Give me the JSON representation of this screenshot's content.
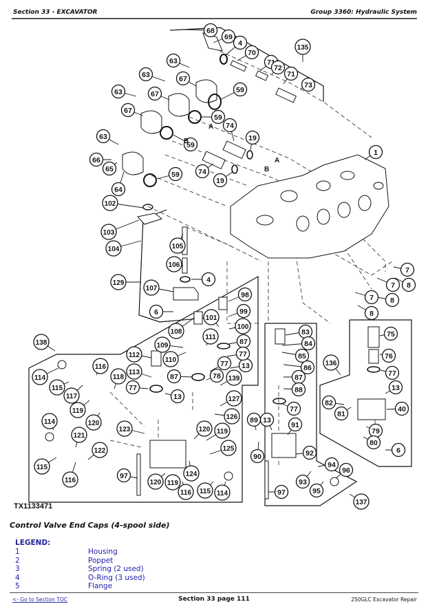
{
  "header": {
    "section": "Section 33 - EXCAVATOR",
    "group": "Group 3360: Hydraulic System"
  },
  "figure": {
    "id": "TX1133471",
    "caption": "Control Valve End Caps (4-spool side)"
  },
  "callouts": [
    {
      "n": "68"
    },
    {
      "n": "69"
    },
    {
      "n": "4"
    },
    {
      "n": "70"
    },
    {
      "n": "135"
    },
    {
      "n": "71"
    },
    {
      "n": "72"
    },
    {
      "n": "71"
    },
    {
      "n": "73"
    },
    {
      "n": "63"
    },
    {
      "n": "67"
    },
    {
      "n": "63"
    },
    {
      "n": "67"
    },
    {
      "n": "59"
    },
    {
      "n": "63"
    },
    {
      "n": "67"
    },
    {
      "n": "59"
    },
    {
      "n": "59"
    },
    {
      "n": "74"
    },
    {
      "n": "19"
    },
    {
      "n": "1"
    },
    {
      "n": "63"
    },
    {
      "n": "66"
    },
    {
      "n": "65"
    },
    {
      "n": "74"
    },
    {
      "n": "19"
    },
    {
      "n": "59"
    },
    {
      "n": "64"
    },
    {
      "n": "102"
    },
    {
      "n": "103"
    },
    {
      "n": "104"
    },
    {
      "n": "105"
    },
    {
      "n": "106"
    },
    {
      "n": "4"
    },
    {
      "n": "129"
    },
    {
      "n": "107"
    },
    {
      "n": "6"
    },
    {
      "n": "7"
    },
    {
      "n": "7"
    },
    {
      "n": "8"
    },
    {
      "n": "7"
    },
    {
      "n": "8"
    },
    {
      "n": "8"
    },
    {
      "n": "98"
    },
    {
      "n": "99"
    },
    {
      "n": "101"
    },
    {
      "n": "100"
    },
    {
      "n": "108"
    },
    {
      "n": "111"
    },
    {
      "n": "87"
    },
    {
      "n": "109"
    },
    {
      "n": "77"
    },
    {
      "n": "110"
    },
    {
      "n": "13"
    },
    {
      "n": "112"
    },
    {
      "n": "77"
    },
    {
      "n": "78"
    },
    {
      "n": "113"
    },
    {
      "n": "87"
    },
    {
      "n": "139"
    },
    {
      "n": "77"
    },
    {
      "n": "13"
    },
    {
      "n": "138"
    },
    {
      "n": "116"
    },
    {
      "n": "114"
    },
    {
      "n": "118"
    },
    {
      "n": "115"
    },
    {
      "n": "117"
    },
    {
      "n": "119"
    },
    {
      "n": "120"
    },
    {
      "n": "127"
    },
    {
      "n": "126"
    },
    {
      "n": "114"
    },
    {
      "n": "123"
    },
    {
      "n": "120"
    },
    {
      "n": "119"
    },
    {
      "n": "121"
    },
    {
      "n": "125"
    },
    {
      "n": "122"
    },
    {
      "n": "115"
    },
    {
      "n": "116"
    },
    {
      "n": "97"
    },
    {
      "n": "120"
    },
    {
      "n": "119"
    },
    {
      "n": "124"
    },
    {
      "n": "116"
    },
    {
      "n": "115"
    },
    {
      "n": "114"
    },
    {
      "n": "83"
    },
    {
      "n": "84"
    },
    {
      "n": "85"
    },
    {
      "n": "86"
    },
    {
      "n": "87"
    },
    {
      "n": "88"
    },
    {
      "n": "77"
    },
    {
      "n": "89"
    },
    {
      "n": "13"
    },
    {
      "n": "91"
    },
    {
      "n": "90"
    },
    {
      "n": "92"
    },
    {
      "n": "94"
    },
    {
      "n": "96"
    },
    {
      "n": "93"
    },
    {
      "n": "95"
    },
    {
      "n": "97"
    },
    {
      "n": "137"
    },
    {
      "n": "75"
    },
    {
      "n": "76"
    },
    {
      "n": "136"
    },
    {
      "n": "77"
    },
    {
      "n": "13"
    },
    {
      "n": "82"
    },
    {
      "n": "40"
    },
    {
      "n": "81"
    },
    {
      "n": "79"
    },
    {
      "n": "80"
    },
    {
      "n": "6"
    }
  ],
  "port_labels": [
    "A",
    "B",
    "A",
    "B"
  ],
  "legend": {
    "title": "LEGEND:",
    "items": [
      {
        "num": "1",
        "desc": "Housing"
      },
      {
        "num": "2",
        "desc": "Poppet"
      },
      {
        "num": "3",
        "desc": "Spring (2 used)"
      },
      {
        "num": "4",
        "desc": "O-Ring (3 used)"
      },
      {
        "num": "5",
        "desc": "Flange"
      }
    ]
  },
  "footer": {
    "toc_link": "<- Go to Section TOC",
    "page": "Section 33 page 111",
    "manual": "250GLC Excavator Repair"
  },
  "colors": {
    "legend_text": "#1c1caa",
    "link": "#2a2aa8",
    "line": "#111111"
  }
}
